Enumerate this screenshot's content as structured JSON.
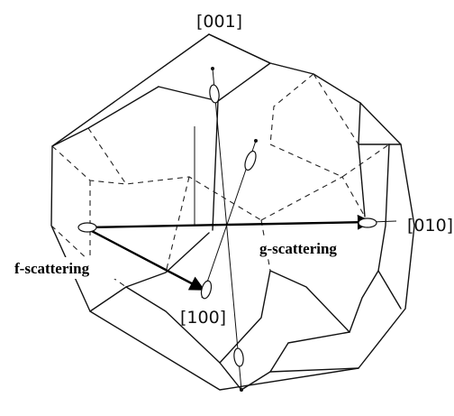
{
  "labels": {
    "dir_001": "[001]",
    "dir_010": "[010]",
    "dir_100": "[100]",
    "f_scattering": "f-scattering",
    "g_scattering": "g-scattering"
  },
  "colors": {
    "line": "#111111",
    "background": "#ffffff"
  }
}
